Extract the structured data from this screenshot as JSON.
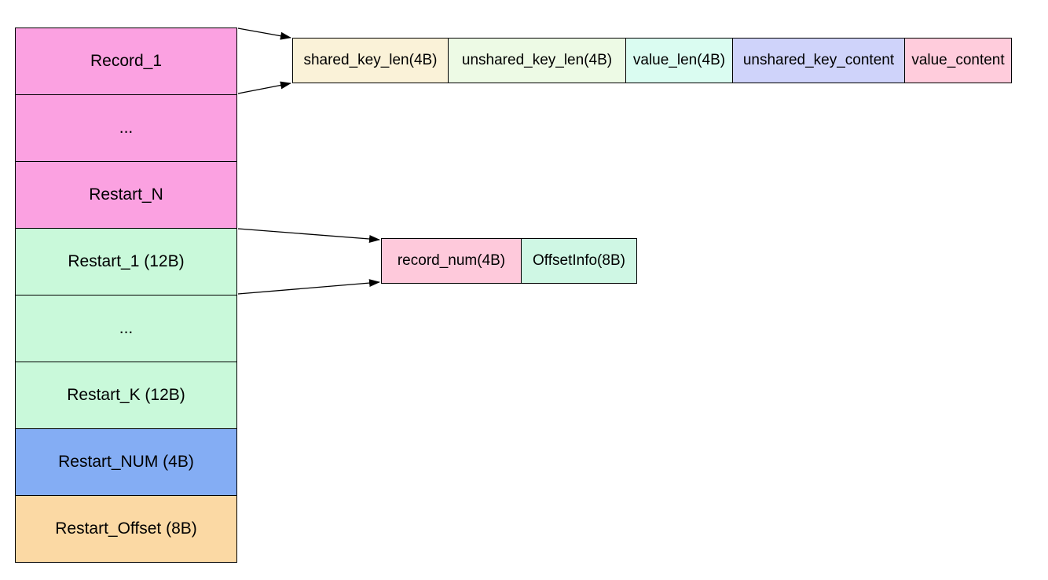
{
  "diagram": {
    "description": "Data block layout diagram",
    "border_color": "#000000",
    "connector_color": "#000000",
    "block_stack": {
      "items": [
        {
          "label": "Record_1",
          "color": "#FBA1E1"
        },
        {
          "label": "...",
          "color": "#FBA1E1"
        },
        {
          "label": "Restart_N",
          "color": "#FBA1E1"
        },
        {
          "label": "Restart_1 (12B)",
          "color": "#C9F9DA"
        },
        {
          "label": "...",
          "color": "#C9F9DA"
        },
        {
          "label": "Restart_K (12B)",
          "color": "#C9F9DA"
        },
        {
          "label": "Restart_NUM (4B)",
          "color": "#84ADF4"
        },
        {
          "label": "Restart_Offset (8B)",
          "color": "#FBD9A4"
        }
      ]
    },
    "record_detail": {
      "cells": [
        {
          "label": "shared_key_len(4B)",
          "color": "#FAF2D8"
        },
        {
          "label": "unshared_key_len(4B)",
          "color": "#EDFAE5"
        },
        {
          "label": "value_len(4B)",
          "color": "#DAFCF1"
        },
        {
          "label": "unshared_key_content",
          "color": "#CFD3FA"
        },
        {
          "label": "value_content",
          "color": "#FFCCDC"
        }
      ]
    },
    "restart_detail": {
      "cells": [
        {
          "label": "record_num(4B)",
          "color": "#FEC9DB"
        },
        {
          "label": "OffsetInfo(8B)",
          "color": "#CFF7E4"
        }
      ]
    }
  }
}
